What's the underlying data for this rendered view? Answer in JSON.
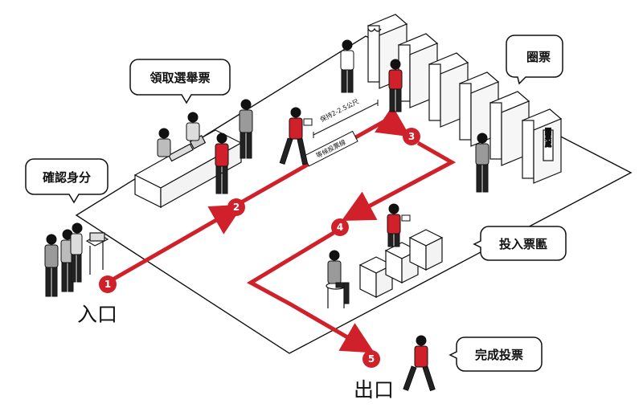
{
  "bubbles": {
    "receive_ballot": "領取選舉票",
    "confirm_identity": "確認身分",
    "mark_ballot": "圈票",
    "ballot_box_area": "投入票匭",
    "vote_complete": "完成投票"
  },
  "entrance": "入口",
  "exit": "出口",
  "steps": [
    "1",
    "2",
    "3",
    "4",
    "5"
  ],
  "floor_labels": {
    "distance": "保持2-2.5公尺",
    "waiting_line": "等候投票線"
  },
  "booth_sign": "圈票處",
  "colors": {
    "accent": "#d0202a",
    "ink": "#111111",
    "shirt_gray": "#9a9a9a"
  }
}
